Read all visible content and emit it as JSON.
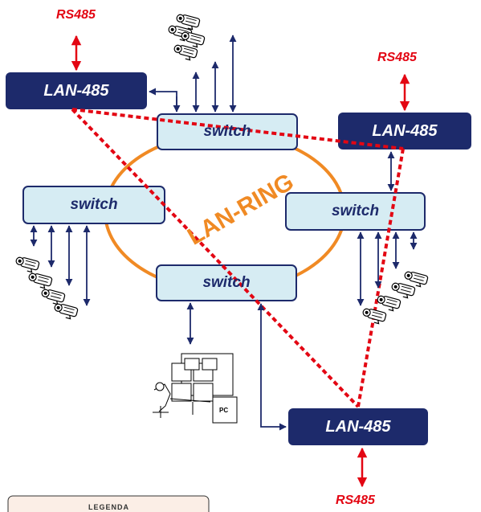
{
  "nodes": {
    "lan1": "LAN-485",
    "lan2": "LAN-485",
    "lan3": "LAN-485",
    "switch_top": "switch",
    "switch_left": "switch",
    "switch_right": "switch",
    "switch_bottom": "switch"
  },
  "rs485": {
    "top_left": "RS485",
    "top_right": "RS485",
    "bottom": "RS485"
  },
  "ring_label": "LAN-RING",
  "pc_label": "PC",
  "legend_title": "LEGENDA",
  "colors": {
    "lan_box": "#1d2a6b",
    "switch_fill": "#d6ecf3",
    "switch_border": "#1d2a6b",
    "rs485": "#e30613",
    "ring": "#f08a24",
    "dashed": "#e30613",
    "arrow": "#1d2a6b"
  }
}
